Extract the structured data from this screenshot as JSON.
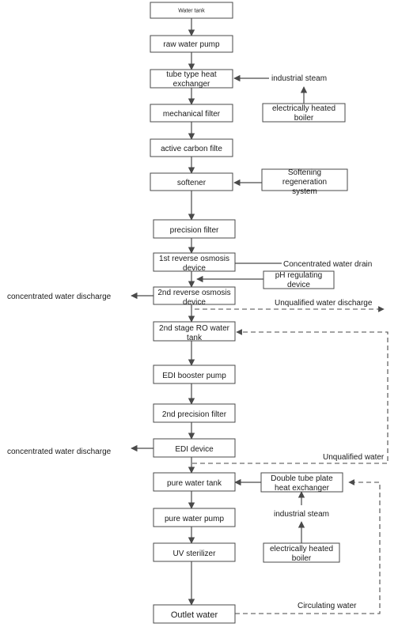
{
  "nodes": {
    "water_tank": "Water tank",
    "raw_water_pump": "raw water pump",
    "tube_heat_exchanger": [
      "tube type heat",
      "exchanger"
    ],
    "industrial_steam_1": "industrial steam",
    "boiler_1": [
      "electrically heated",
      "boiler"
    ],
    "mechanical_filter": "mechanical filter",
    "active_carbon_filter": "active carbon filte",
    "softener": "softener",
    "softening_regeneration": [
      "Softening",
      "regeneration",
      "system"
    ],
    "precision_filter": "precision filter",
    "ro1": [
      "1st reverse osmosis",
      "device"
    ],
    "concentrated_drain": "Concentrated water drain",
    "ph_regulating": [
      "pH regulating",
      "device"
    ],
    "ro2": [
      "2nd reverse osmosis",
      "device"
    ],
    "conc_discharge_1": "concentrated water discharge",
    "unqualified_discharge": "Unqualified water discharge",
    "ro_tank": [
      "2nd stage RO water",
      "tank"
    ],
    "edi_booster_pump": "EDI booster pump",
    "precision_filter_2": "2nd precision filter",
    "edi_device": "EDI device",
    "conc_discharge_2": "concentrated water discharge",
    "unqualified_water": "Unqualified water",
    "pure_water_tank": "pure water tank",
    "double_tube_heat_exchanger": [
      "Double tube plate",
      "heat exchanger"
    ],
    "pure_water_pump": "pure water pump",
    "industrial_steam_2": "industrial steam",
    "uv_sterilizer": "UV sterilizer",
    "boiler_2": [
      "electrically heated",
      "boiler"
    ],
    "outlet_water": "Outlet water",
    "circulating_water": "Circulating water"
  }
}
